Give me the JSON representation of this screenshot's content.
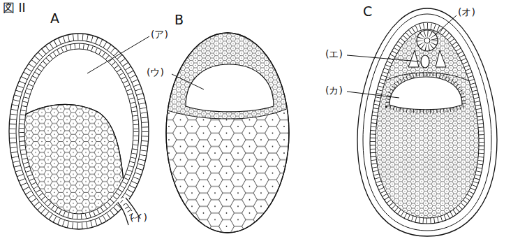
{
  "diagram": {
    "title": "図 II",
    "labels": [
      "A",
      "(ア)",
      "(イ)",
      "B",
      "(ウ)",
      "C",
      "(エ)",
      "(オ)",
      "(カ)"
    ]
  }
}
